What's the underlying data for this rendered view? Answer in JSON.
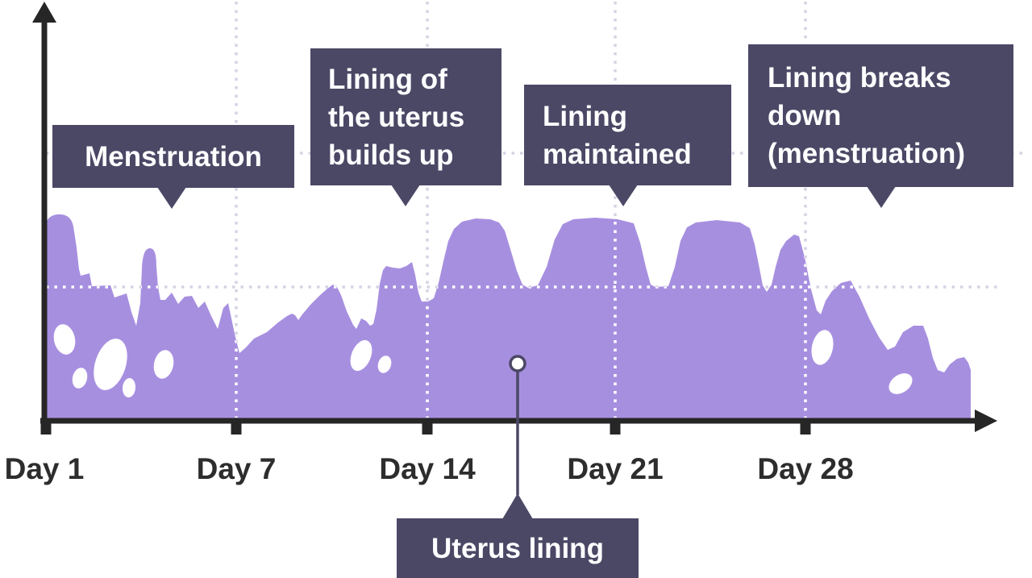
{
  "axis": {
    "x_ticks": [
      {
        "label": "Day 1"
      },
      {
        "label": "Day 7"
      },
      {
        "label": "Day 14"
      },
      {
        "label": "Day 21"
      },
      {
        "label": "Day 28"
      }
    ]
  },
  "callouts": {
    "menstruation": {
      "label": "Menstruation"
    },
    "builds_up": {
      "label": "Lining of\nthe uterus\nbuilds up"
    },
    "maintained": {
      "label": "Lining\nmaintained"
    },
    "breaks_down": {
      "label": "Lining breaks\ndown\n(menstruation)"
    },
    "uterus_lining": {
      "label": "Uterus lining"
    }
  },
  "colors": {
    "area": "#a78fe0",
    "callout_bg": "#4b4866",
    "callout_text": "#ffffff",
    "axis": "#262626",
    "tick_label": "#2d2d2d",
    "grid_light": "#d6d3e4",
    "grid_on_area": "#ffffff",
    "connector": "#4b4866",
    "marker_fill": "#ffffff"
  },
  "chart_data": {
    "type": "area",
    "title": "",
    "xlabel": "",
    "ylabel": "",
    "x_tick_labels": [
      "Day 1",
      "Day 7",
      "Day 14",
      "Day 21",
      "Day 28"
    ],
    "x_range_days": [
      1,
      33
    ],
    "y_axis_note": "no numeric scale shown (qualitative lining thickness)",
    "series": [
      {
        "name": "Uterus lining",
        "x_days": [
          1,
          3,
          5,
          7,
          9,
          11,
          13,
          14,
          16,
          18,
          20,
          22,
          24,
          26,
          28,
          29,
          30,
          31,
          32,
          33
        ],
        "thickness_pct_est": [
          100,
          68,
          55,
          35,
          52,
          56,
          72,
          88,
          99,
          97,
          100,
          99,
          100,
          98,
          90,
          82,
          70,
          46,
          30,
          27
        ]
      }
    ],
    "annotations": [
      {
        "label": "Menstruation",
        "points_at_day": 5
      },
      {
        "label": "Lining of the uterus builds up",
        "points_at_day": 14
      },
      {
        "label": "Lining maintained",
        "points_at_day": 22
      },
      {
        "label": "Lining breaks down (menstruation)",
        "points_at_day": 31
      },
      {
        "label": "Uterus lining",
        "points_at": "shaded area"
      }
    ],
    "gridlines": {
      "vertical_dashed_at": [
        "Day 7",
        "Day 14",
        "Day 21",
        "Day 28"
      ],
      "horizontal_dashed_lines": 2
    },
    "legend_position": "none"
  }
}
